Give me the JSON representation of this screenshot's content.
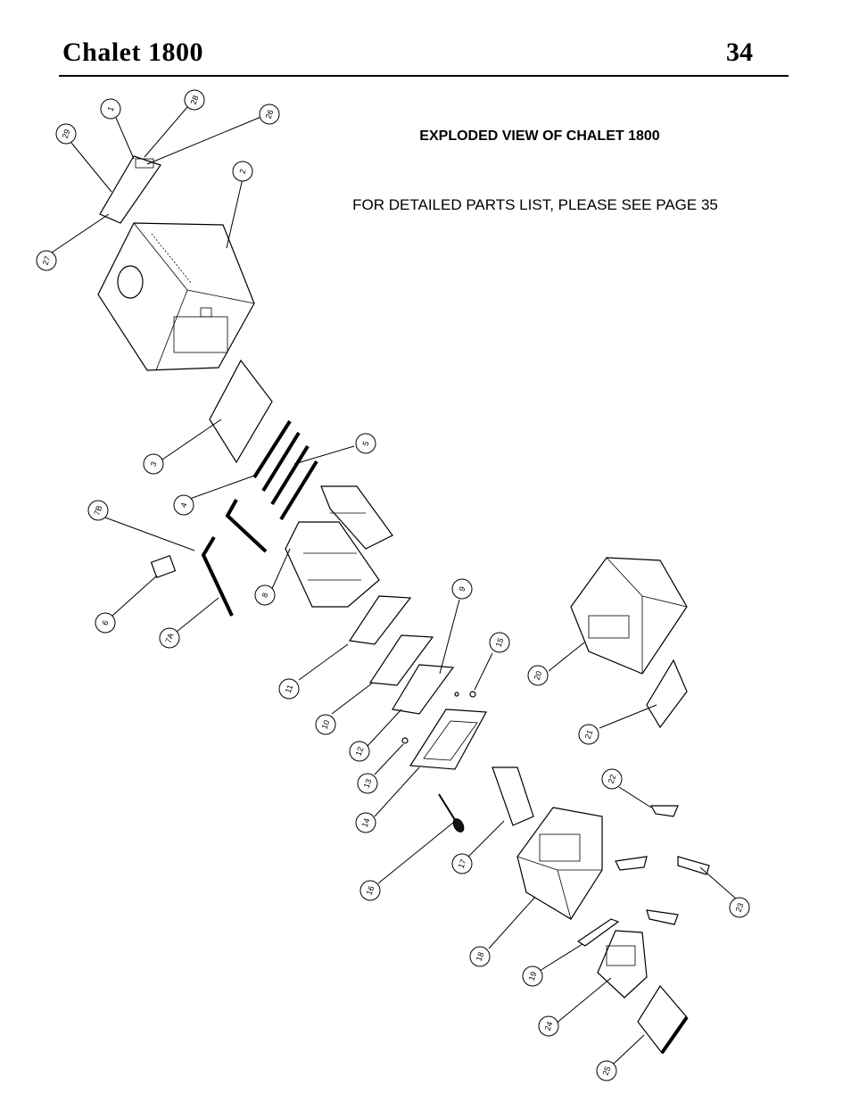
{
  "header": {
    "title": "Chalet 1800",
    "page_number": "34"
  },
  "diagram": {
    "heading": "EXPLODED VIEW OF CHALET 1800",
    "note": "FOR DETAILED PARTS LIST, PLEASE SEE PAGE 35",
    "callouts": [
      "1",
      "28",
      "26",
      "29",
      "2",
      "27",
      "3",
      "5",
      "4",
      "7B",
      "8",
      "6",
      "7A",
      "9",
      "15",
      "11",
      "10",
      "12",
      "13",
      "14",
      "16",
      "17",
      "18",
      "19",
      "20",
      "21",
      "22",
      "23",
      "24",
      "25"
    ]
  }
}
